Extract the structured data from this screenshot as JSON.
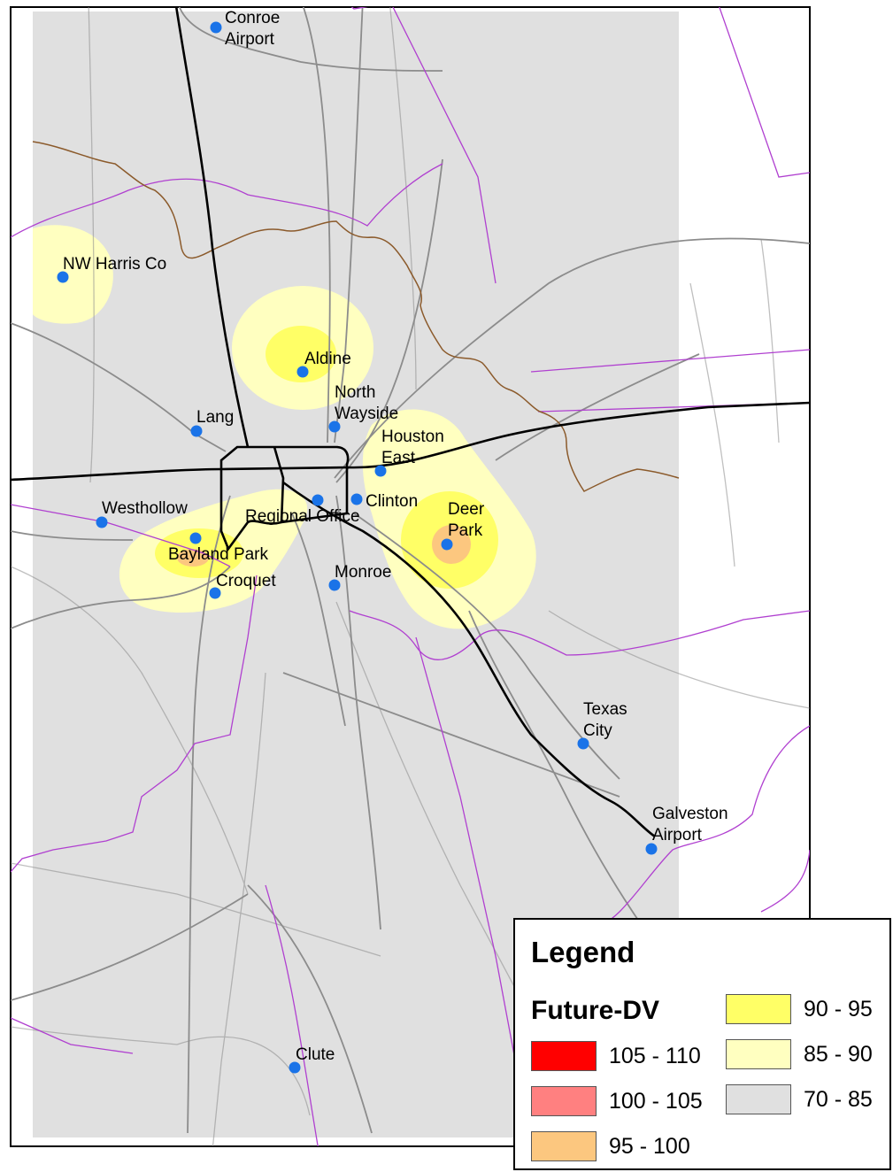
{
  "stations": [
    {
      "name": "Conroe Airport",
      "lines": [
        "Conroe",
        "Airport"
      ]
    },
    {
      "name": "NW Harris Co",
      "lines": [
        "NW Harris Co"
      ]
    },
    {
      "name": "Aldine",
      "lines": [
        "Aldine"
      ]
    },
    {
      "name": "North Wayside",
      "lines": [
        "North",
        "Wayside"
      ]
    },
    {
      "name": "Lang",
      "lines": [
        "Lang"
      ]
    },
    {
      "name": "Houston East",
      "lines": [
        "Houston",
        "East"
      ]
    },
    {
      "name": "Clinton",
      "lines": [
        "Clinton"
      ]
    },
    {
      "name": "Regional Office",
      "lines": [
        "Regional Office"
      ]
    },
    {
      "name": "Westhollow",
      "lines": [
        "Westhollow"
      ]
    },
    {
      "name": "Deer Park",
      "lines": [
        "Deer",
        "Park"
      ]
    },
    {
      "name": "Bayland Park",
      "lines": [
        "Bayland Park"
      ]
    },
    {
      "name": "Croquet",
      "lines": [
        "Croquet"
      ]
    },
    {
      "name": "Monroe",
      "lines": [
        "Monroe"
      ]
    },
    {
      "name": "Texas City",
      "lines": [
        "Texas",
        "City"
      ]
    },
    {
      "name": "Galveston Airport",
      "lines": [
        "Galveston",
        "Airport"
      ]
    },
    {
      "name": "Clute",
      "lines": [
        "Clute"
      ]
    }
  ],
  "legend": {
    "title": "Legend",
    "subtitle": "Future-DV",
    "classes": [
      {
        "label": "105 - 110",
        "color": "#ff0000"
      },
      {
        "label": "100 - 105",
        "color": "#ff8080"
      },
      {
        "label": "95 - 100",
        "color": "#fcc77f"
      },
      {
        "label": "90 - 95",
        "color": "#ffff66"
      },
      {
        "label": "85 - 90",
        "color": "#ffffc0"
      },
      {
        "label": "70 - 85",
        "color": "#e0e0e0"
      }
    ]
  },
  "colors": {
    "station_dot": "#1a73e8",
    "highway": "#000000",
    "county_boundary": "#b040d0",
    "road": "#8c8c8c",
    "river": "#8b5a2b",
    "background": "#e0e0e0"
  }
}
